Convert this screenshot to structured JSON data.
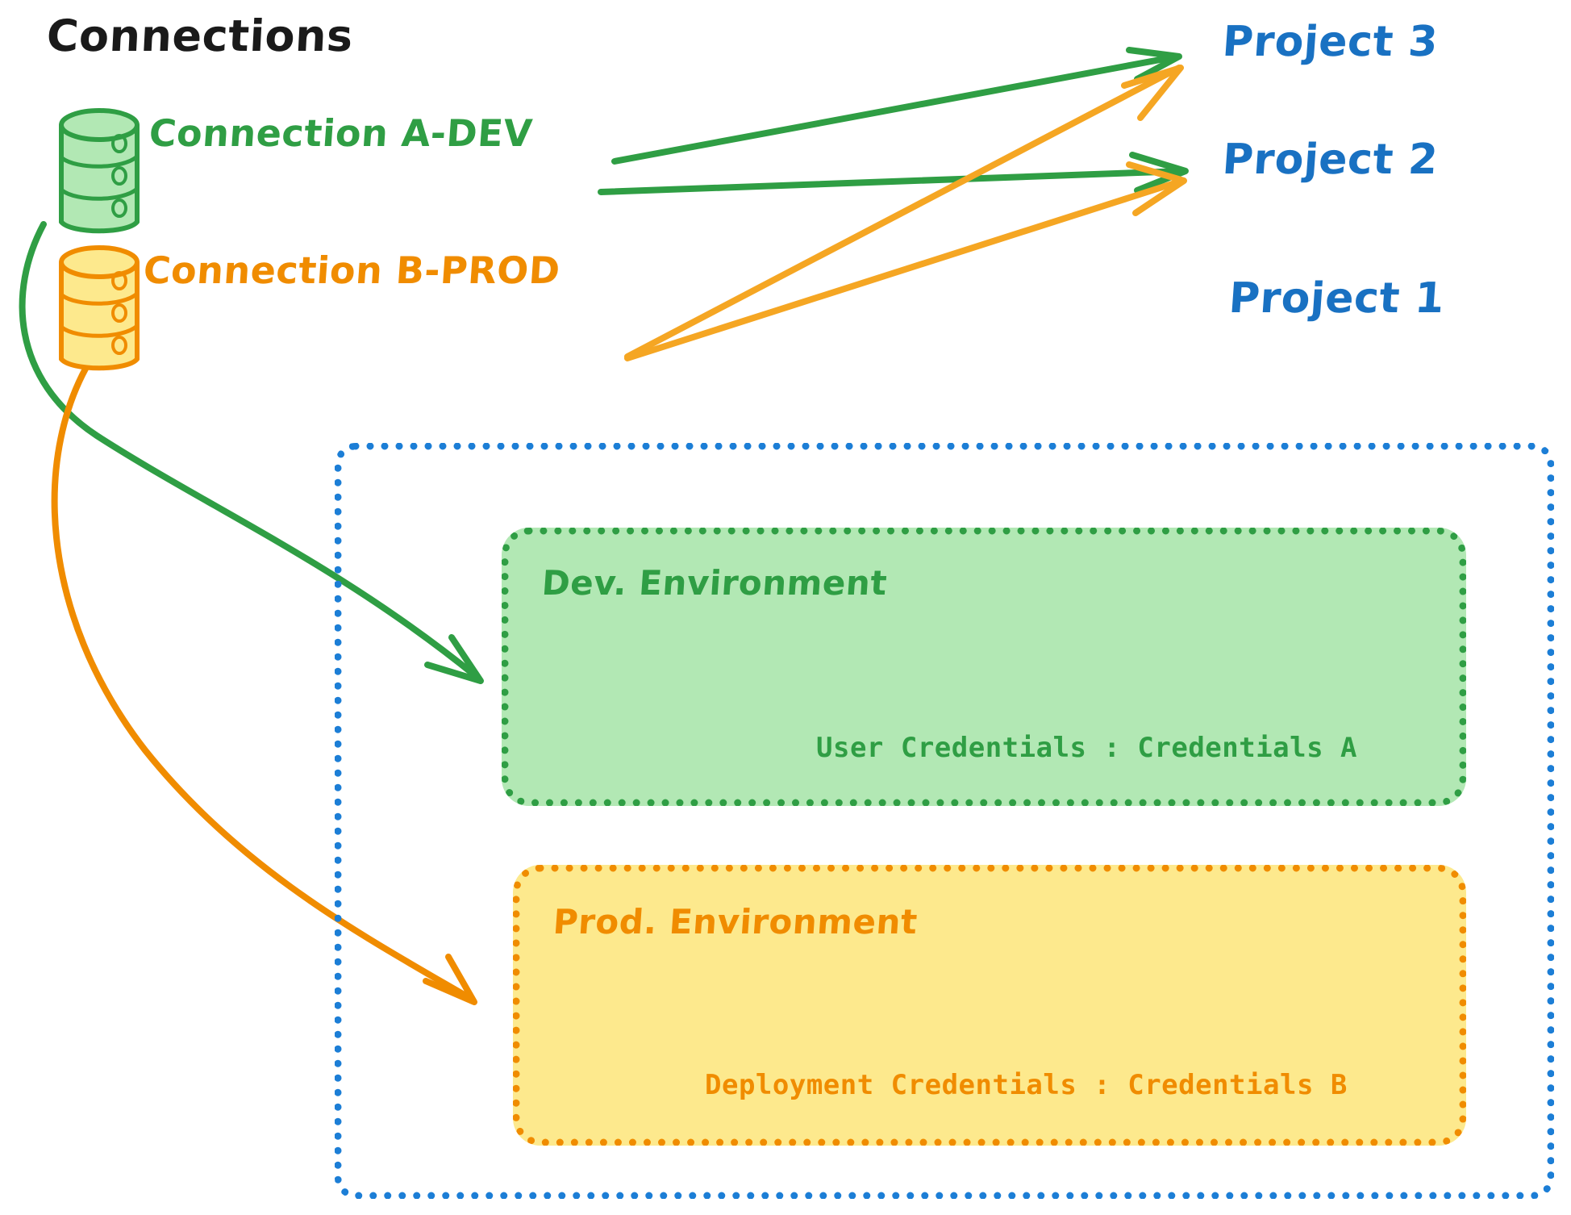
{
  "diagram": {
    "title": "Connections",
    "connections": [
      {
        "id": "connection-a-dev",
        "label": "Connection A-DEV",
        "color": "#2f9e44",
        "icon": "database-icon"
      },
      {
        "id": "connection-b-prod",
        "label": "Connection B-PROD",
        "color": "#f08c00",
        "icon": "database-icon"
      }
    ],
    "projects": [
      {
        "id": "project-3",
        "label": "Project 3",
        "color": "#1971c2"
      },
      {
        "id": "project-2",
        "label": "Project 2",
        "color": "#1971c2"
      },
      {
        "id": "project-1",
        "label": "Project 1",
        "color": "#1971c2"
      }
    ],
    "environments": [
      {
        "id": "dev-environment",
        "title": "Dev. Environment",
        "credentials_label": "User Credentials : Credentials A",
        "fill": "#b2e8b4",
        "stroke": "#2f9e44"
      },
      {
        "id": "prod-environment",
        "title": "Prod. Environment",
        "credentials_label": "Deployment Credentials : Credentials B",
        "fill": "#fde98d",
        "stroke": "#f08c00"
      }
    ],
    "container": {
      "id": "project-1-container",
      "stroke": "#1c7ed6",
      "style": "dotted"
    },
    "edges": [
      {
        "from": "connection-a-dev",
        "to": "project-3",
        "color": "#2f9e44"
      },
      {
        "from": "connection-a-dev",
        "to": "project-2",
        "color": "#2f9e44"
      },
      {
        "from": "connection-a-dev",
        "to": "dev-environment",
        "color": "#2f9e44"
      },
      {
        "from": "connection-b-prod",
        "to": "project-3",
        "color": "#f5a623"
      },
      {
        "from": "connection-b-prod",
        "to": "project-2",
        "color": "#f5a623"
      },
      {
        "from": "connection-b-prod",
        "to": "prod-environment",
        "color": "#f08c00"
      }
    ]
  }
}
